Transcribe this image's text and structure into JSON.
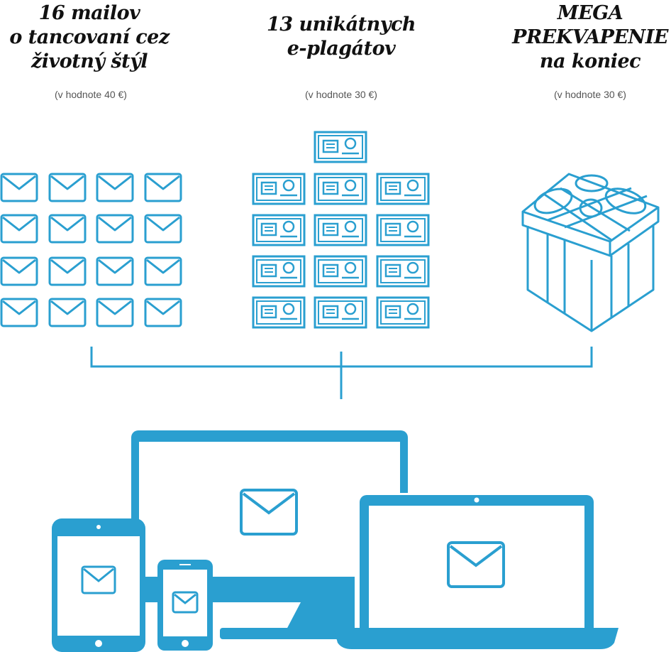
{
  "columns": [
    {
      "title_lines": [
        "16 mailov",
        "o tancovaní cez",
        "životný štýl"
      ],
      "value": "(v hodnote 40 €)",
      "icon": "envelope-icon",
      "count": 16
    },
    {
      "title_lines": [
        "13 unikátnych",
        "e-plagátov"
      ],
      "value": "(v hodnote 30 €)",
      "icon": "poster-icon",
      "count": 13
    },
    {
      "title_lines": [
        "MEGA",
        "PREKVAPENIE",
        "na koniec"
      ],
      "value": "(v hodnote 30 €)",
      "icon": "gift-icon",
      "count": 1
    }
  ],
  "devices": [
    "tablet-icon",
    "phone-icon",
    "monitor-icon",
    "laptop-icon"
  ],
  "colors": {
    "accent": "#2a9fd0",
    "text": "#111111",
    "muted": "#555555"
  }
}
